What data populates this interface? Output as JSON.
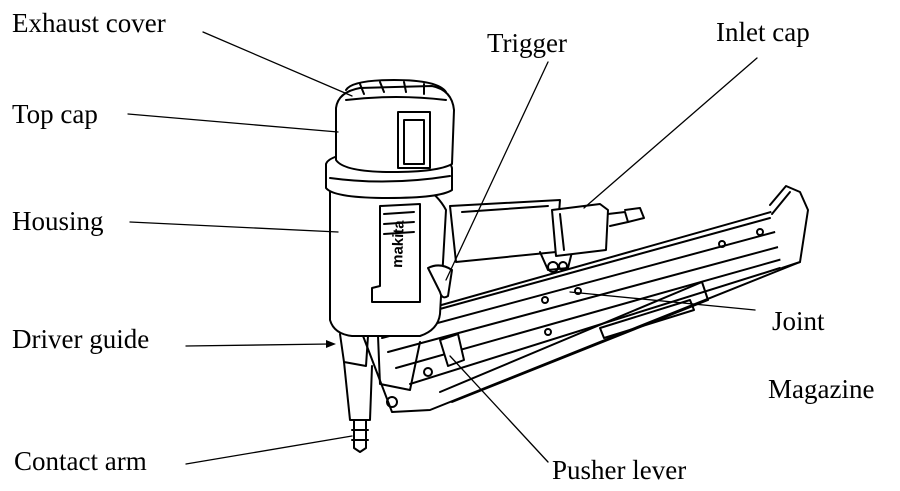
{
  "labels": {
    "exhaust_cover": "Exhaust cover",
    "top_cap": "Top cap",
    "housing": "Housing",
    "driver_guide": "Driver guide",
    "contact_arm": "Contact arm",
    "trigger": "Trigger",
    "inlet_cap": "Inlet cap",
    "joint": "Joint",
    "magazine": "Magazine",
    "pusher_lever": "Pusher lever"
  },
  "brand_mark": "makita"
}
